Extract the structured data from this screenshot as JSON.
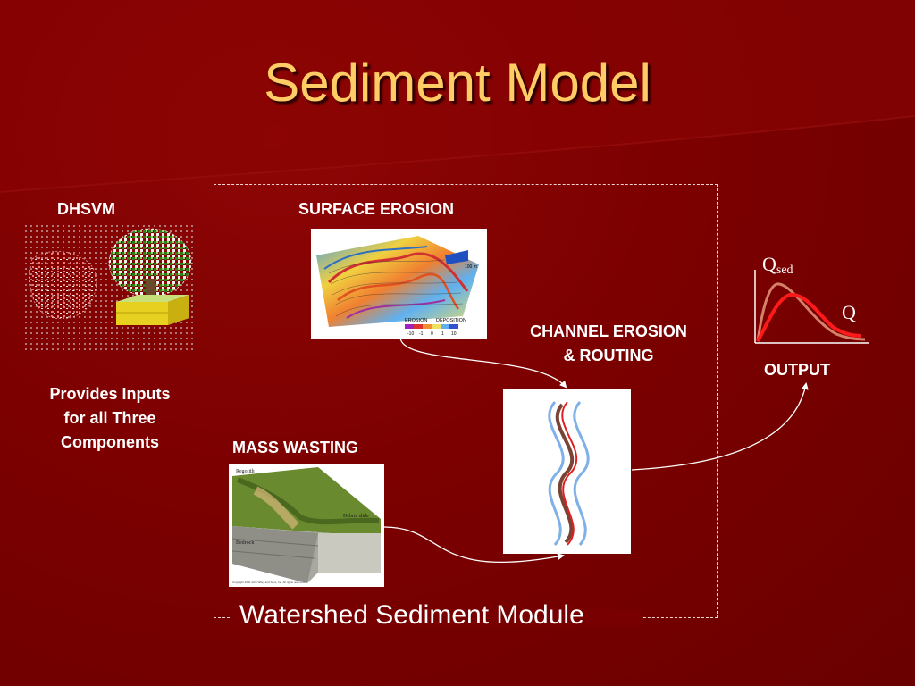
{
  "title": "Sediment Model",
  "dhsvm": {
    "label": "DHSVM",
    "description_lines": [
      "Provides Inputs",
      "for all Three",
      "Components"
    ]
  },
  "surface_erosion": {
    "label": "SURFACE EROSION",
    "legend": {
      "erosion": "EROSION",
      "deposition": "DEPOSITION",
      "ticks": [
        "-10",
        "-1",
        "0",
        "1",
        "10"
      ],
      "scale": "100 m"
    }
  },
  "channel_erosion": {
    "label_lines": [
      "CHANNEL EROSION",
      "& ROUTING"
    ]
  },
  "mass_wasting": {
    "label": "MASS WASTING",
    "annotations": {
      "regolith": "Regolith",
      "bedrock": "Bedrock",
      "debris": "Debris slide",
      "copyright": "Copyright 2000 John Wiley and Sons, Inc. All rights reserved."
    }
  },
  "output": {
    "label": "OUTPUT",
    "qsed_main": "Q",
    "qsed_sub": "sed",
    "q": "Q"
  },
  "module": {
    "label": "Watershed Sediment Module"
  },
  "colors": {
    "background": "#7a0000",
    "title": "#ffcc66",
    "text": "#ffffff",
    "qsed_curve": "#ff1a1a",
    "q_curve": "#d4806a"
  }
}
